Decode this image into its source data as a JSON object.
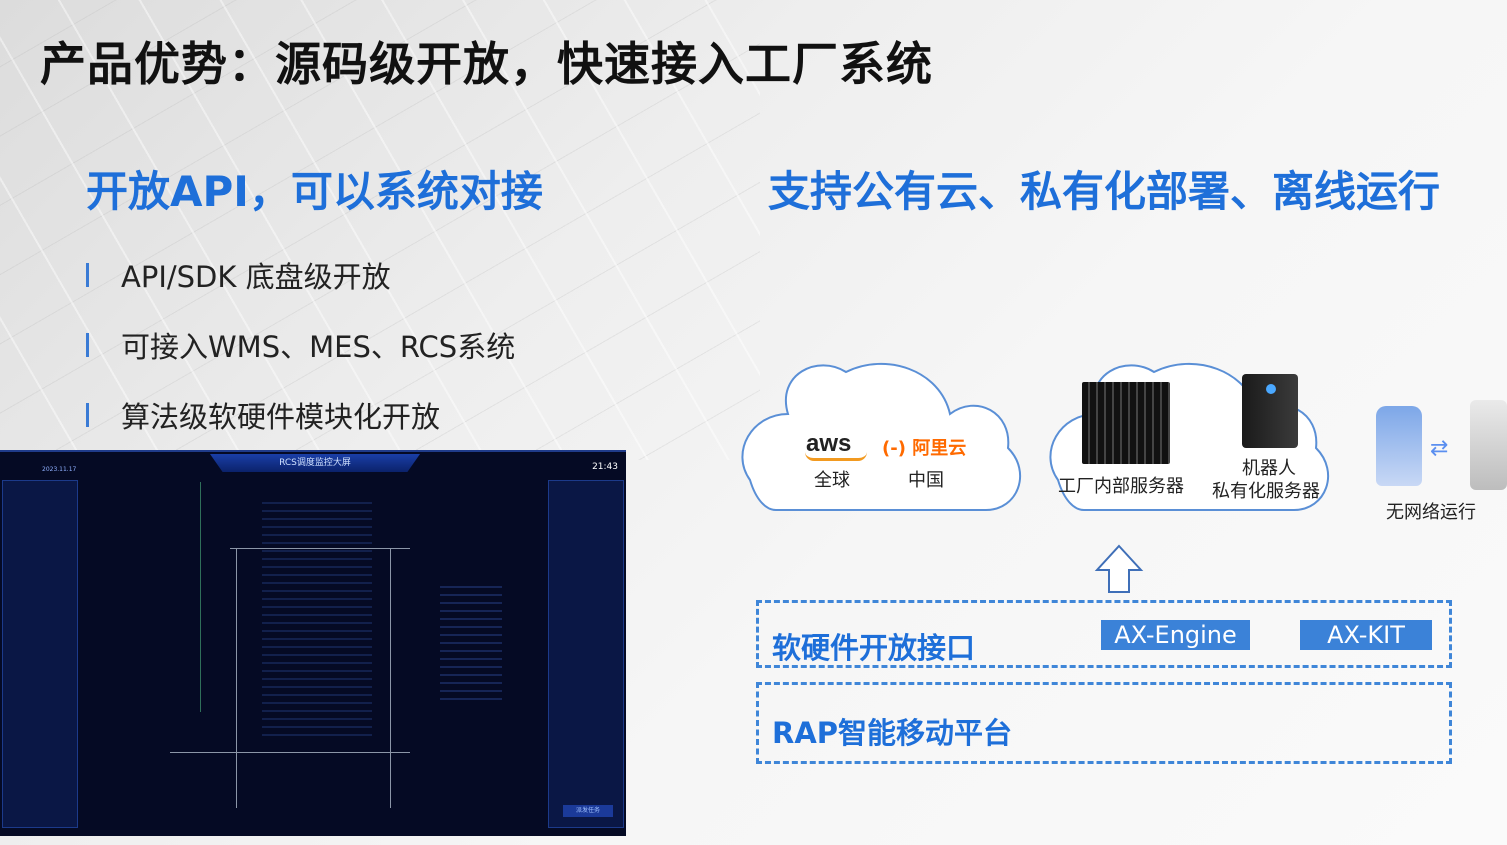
{
  "title": "产品优势：源码级开放，快速接入工厂系统",
  "left_heading": "开放API，可以系统对接",
  "right_heading": "支持公有云、私有化部署、离线运行",
  "bullets": [
    "API/SDK 底盘级开放",
    "可接入WMS、MES、RCS系统",
    "算法级软硬件模块化开放"
  ],
  "dashboard": {
    "header": "RCS调度监控大屏",
    "time": "21:43",
    "date": "2023.11.17",
    "task_button": "派发任务"
  },
  "public_cloud": {
    "aws_logo": "aws",
    "aws_label": "全球",
    "aliyun_logo": "(-) 阿里云",
    "aliyun_label": "中国"
  },
  "private_cloud": {
    "factory_server_label": "工厂内部服务器",
    "robot_server_line1": "机器人",
    "robot_server_line2": "私有化服务器"
  },
  "offline_label": "无网络运行",
  "architecture": {
    "interface_label": "软硬件开放接口",
    "engine_tag": "AX-Engine",
    "kit_tag": "AX-KIT",
    "platform_label": "RAP智能移动平台"
  },
  "colors": {
    "accent_blue": "#1e6fd9",
    "tag_blue": "#3b82d8",
    "dashboard_bg": "#050a24"
  }
}
